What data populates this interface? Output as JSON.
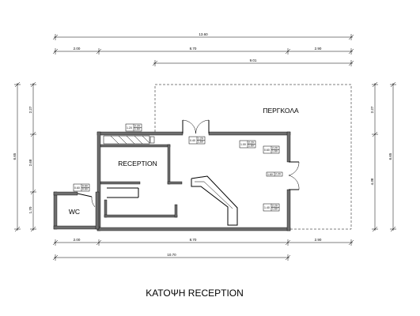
{
  "title": "ΚΑΤΟΨΗ RECEPTION",
  "rooms": {
    "reception": "RECEPTION",
    "wc": "WC",
    "pergola": "ΠΕΡΓΚΟΛΑ"
  },
  "dimensions": {
    "top_total": "13.60",
    "top_left": "2.00",
    "top_mid": "8.70",
    "top_right": "2.90",
    "pergola_width": "9.01",
    "bottom_left": "2.00",
    "bottom_mid": "8.70",
    "bottom_right": "2.90",
    "bottom_total": "10.70",
    "left_total": "6.65",
    "left_top": "2.27",
    "left_mid": "2.68",
    "left_bottom": "1.70",
    "right_total": "6.65",
    "right_top": "2.27",
    "right_mid": "4.38"
  },
  "opening_tags": {
    "t1": [
      "1.20",
      "2.20",
      "1.60"
    ],
    "t2": [
      "0.40",
      "1.20",
      "1.60"
    ],
    "t3": [
      "1.00",
      "2.20",
      "1.60"
    ],
    "t4": [
      "0.60",
      "2.20",
      "1.60"
    ],
    "t5": [
      "1.60",
      "2.20"
    ],
    "t6": [
      "1.40",
      "2.20",
      "1.60"
    ],
    "t7": [
      "0.60",
      "0.60",
      "0.60"
    ]
  }
}
